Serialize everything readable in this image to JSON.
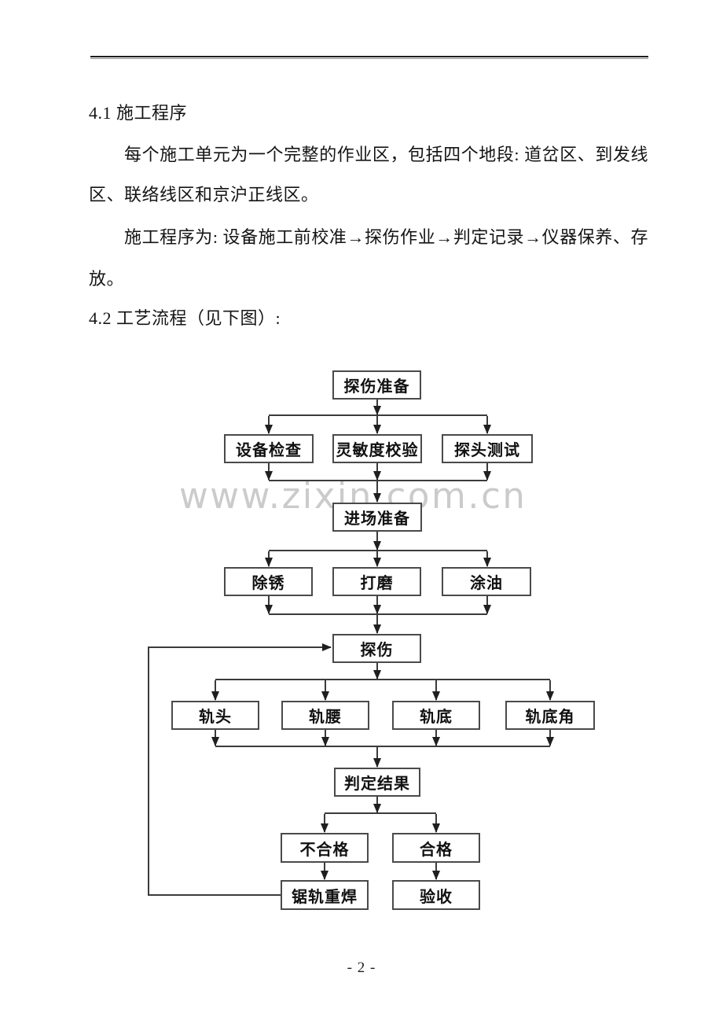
{
  "document": {
    "heading_4_1": "4.1 施工程序",
    "paragraph_1": [
      "每个施工单元为一个完整的作业区，包括四个地段: 道岔区、到发线",
      "区、联络线区和京沪正线区。"
    ],
    "paragraph_2": [
      "施工程序为: 设备施工前校准→探伤作业→判定记录→仪器保养、存",
      "放。"
    ],
    "heading_4_2": "4.2 工艺流程（见下图）:"
  },
  "flowchart": {
    "nodes": [
      {
        "id": "flaw-detection-prep",
        "label": "探伤准备"
      },
      {
        "id": "equipment-check",
        "label": "设备检查"
      },
      {
        "id": "sensitivity-calibration",
        "label": "灵敏度校验"
      },
      {
        "id": "probe-test",
        "label": "探头测试"
      },
      {
        "id": "site-entry-prep",
        "label": "进场准备"
      },
      {
        "id": "rust-removal",
        "label": "除锈"
      },
      {
        "id": "grinding",
        "label": "打磨"
      },
      {
        "id": "oiling",
        "label": "涂油"
      },
      {
        "id": "flaw-detection",
        "label": "探伤"
      },
      {
        "id": "rail-head",
        "label": "轨头"
      },
      {
        "id": "rail-web",
        "label": "轨腰"
      },
      {
        "id": "rail-base",
        "label": "轨底"
      },
      {
        "id": "rail-base-corner",
        "label": "轨底角"
      },
      {
        "id": "judgment-result",
        "label": "判定结果"
      },
      {
        "id": "unqualified",
        "label": "不合格"
      },
      {
        "id": "qualified",
        "label": "合格"
      },
      {
        "id": "saw-rail-reweld",
        "label": "锯轨重焊"
      },
      {
        "id": "acceptance",
        "label": "验收"
      }
    ],
    "edges": [
      "探伤准备→设备检查",
      "探伤准备→灵敏度校验",
      "探伤准备→探头测试",
      "设备检查→进场准备",
      "灵敏度校验→进场准备",
      "探头测试→进场准备",
      "进场准备→除锈",
      "进场准备→打磨",
      "进场准备→涂油",
      "除锈→探伤",
      "打磨→探伤",
      "涂油→探伤",
      "探伤→轨头",
      "探伤→轨腰",
      "探伤→轨底",
      "探伤→轨底角",
      "轨头→判定结果",
      "轨腰→判定结果",
      "轨底→判定结果",
      "轨底角→判定结果",
      "判定结果→不合格",
      "判定结果→合格",
      "不合格→锯轨重焊",
      "合格→验收",
      "锯轨重焊→探伤"
    ]
  },
  "page": {
    "watermark": "www.zixin.com.cn",
    "number_label": "- 2 -"
  },
  "colors": {
    "connector_line": "#3b3b3b",
    "box_border": "#4a4a4a",
    "body_text": "#141414",
    "watermark": "#cbcbcb"
  }
}
